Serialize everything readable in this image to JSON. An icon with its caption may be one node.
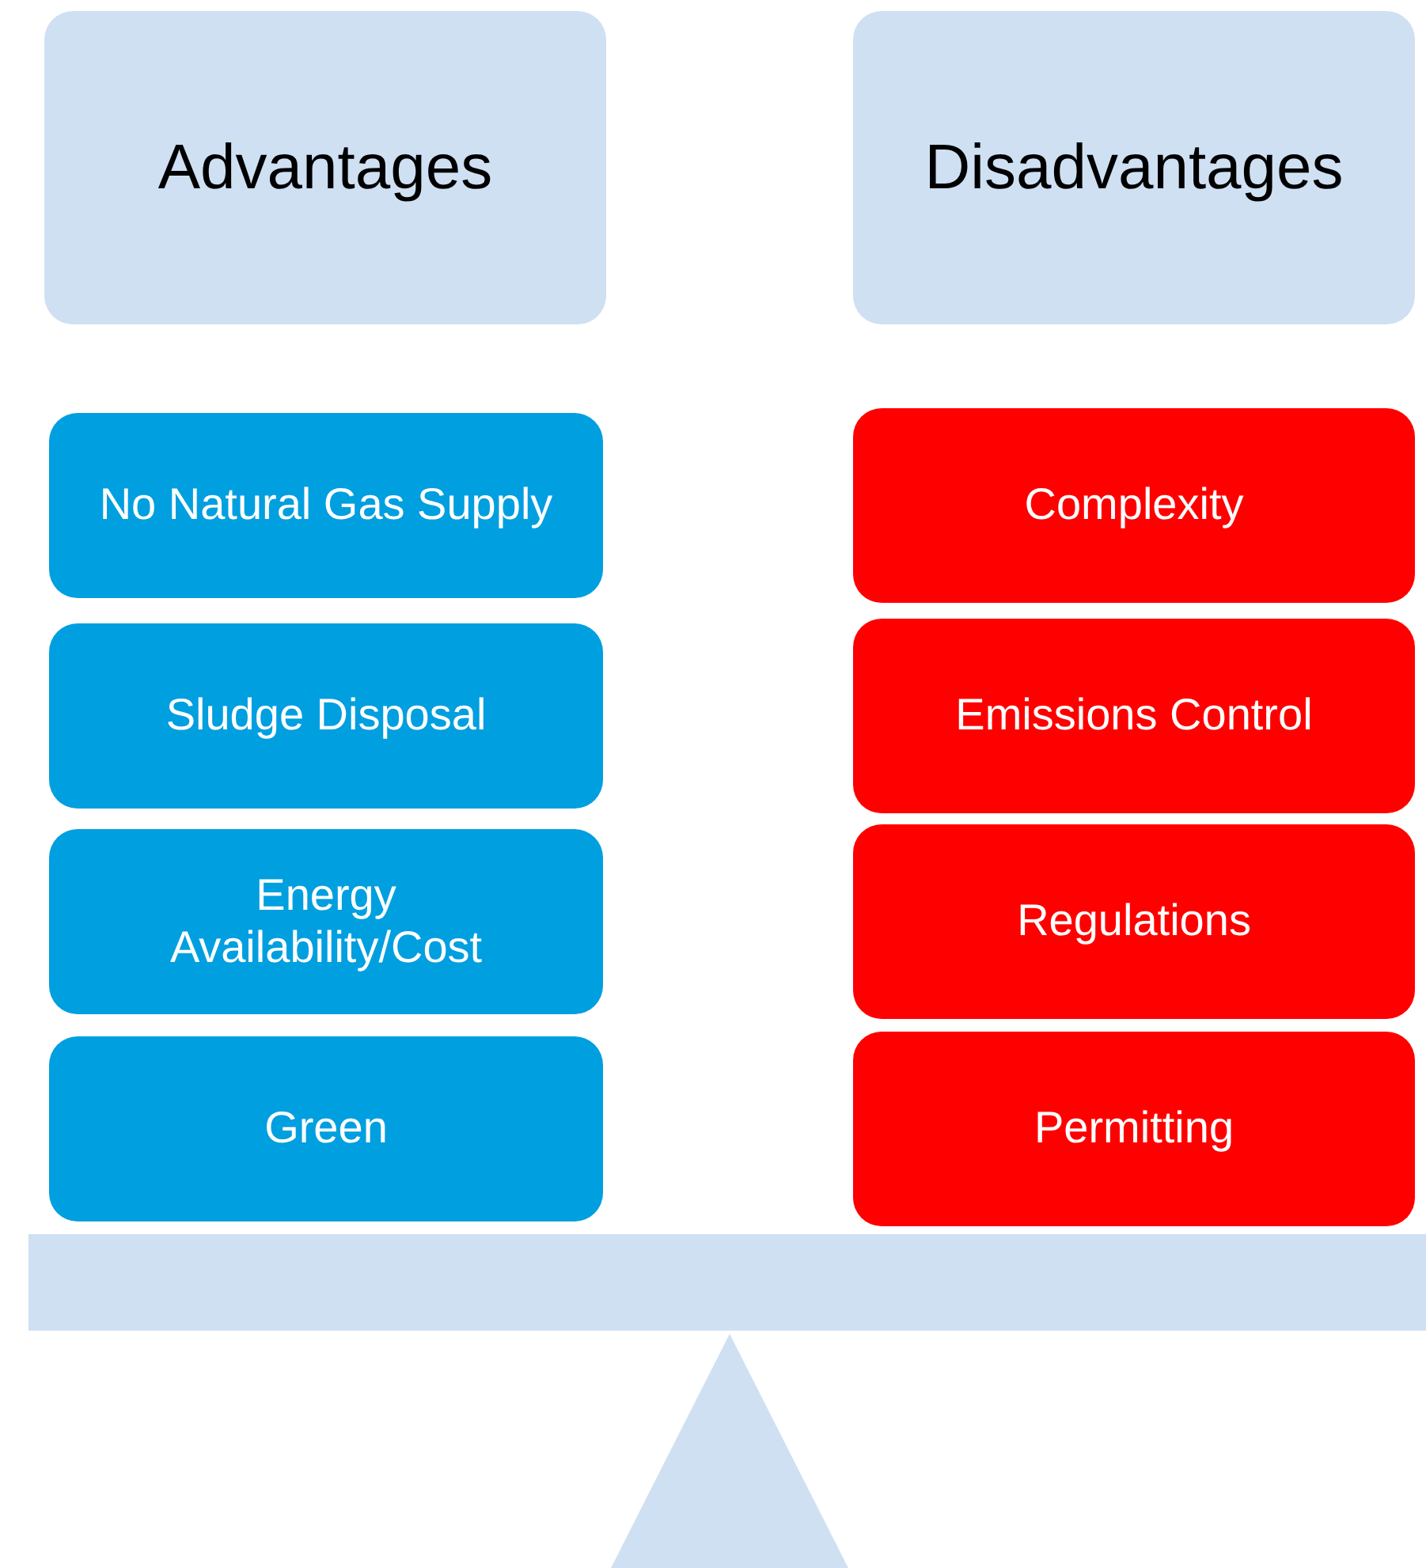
{
  "diagram": {
    "nodes": [
      {
        "text": [
          "Advantages"
        ]
      },
      {
        "text": [
          "Disadvantages"
        ]
      },
      {
        "text": [
          "No Natural Gas Supply"
        ]
      },
      {
        "text": [
          "Sludge Disposal"
        ]
      },
      {
        "text": [
          "Energy Availability/Cost"
        ]
      },
      {
        "text": [
          "Green"
        ]
      },
      {
        "text": [
          "Complexity"
        ]
      },
      {
        "text": [
          "Emissions Control"
        ]
      },
      {
        "text": [
          "Regulations"
        ]
      },
      {
        "text": [
          "Permitting"
        ]
      }
    ]
  }
}
